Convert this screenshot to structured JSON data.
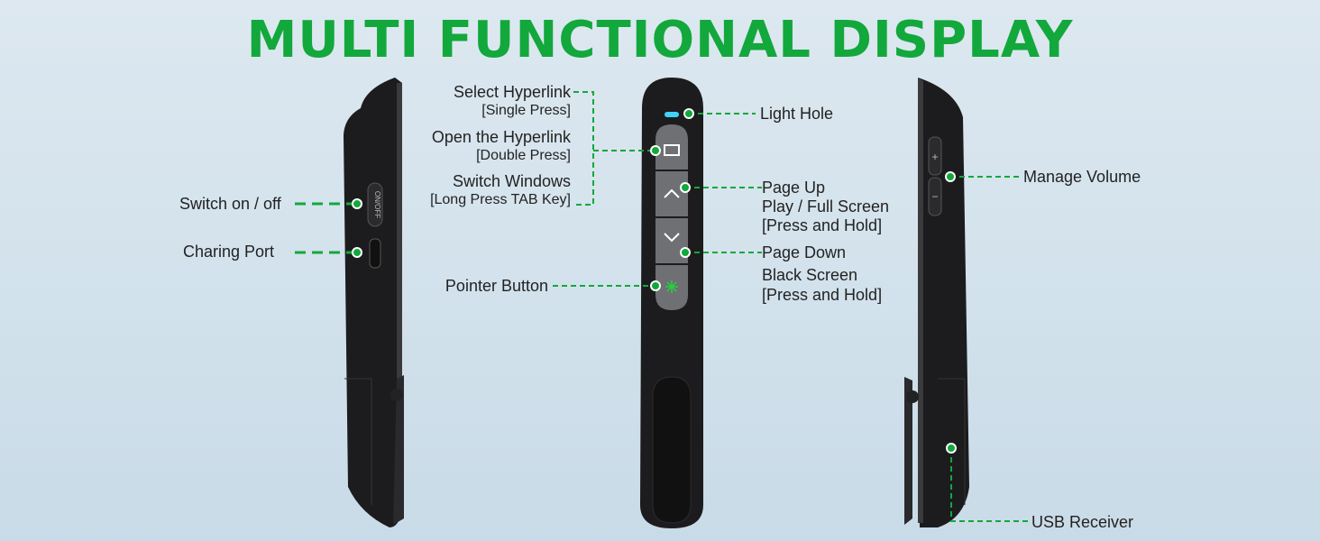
{
  "title": "MULTI FUNCTIONAL DISPLAY",
  "colors": {
    "accent": "#12a83c",
    "device": "#1c1c1e",
    "button": "#6f7073",
    "light": "#3fd2ff"
  },
  "labels": {
    "select_hyperlink": "Select Hyperlink",
    "single_press": "[Single Press]",
    "open_hyperlink": "Open the Hyperlink",
    "double_press": "[Double Press]",
    "switch_windows": "Switch Windows",
    "long_press_tab": "[Long Press TAB Key]",
    "light_hole": "Light Hole",
    "page_up": "Page Up",
    "play_full_screen": "Play / Full Screen",
    "press_hold_1": "[Press and Hold]",
    "page_down": "Page Down",
    "black_screen": "Black Screen",
    "press_hold_2": "[Press and Hold]",
    "pointer_button": "Pointer Button",
    "switch_on_off": "Switch on / off",
    "charging_port": "Charing Port",
    "manage_volume": "Manage Volume",
    "usb_receiver": "USB Receiver"
  },
  "device_text": {
    "switch": "ON/OFF",
    "vol_plus": "+",
    "vol_minus": "−"
  }
}
